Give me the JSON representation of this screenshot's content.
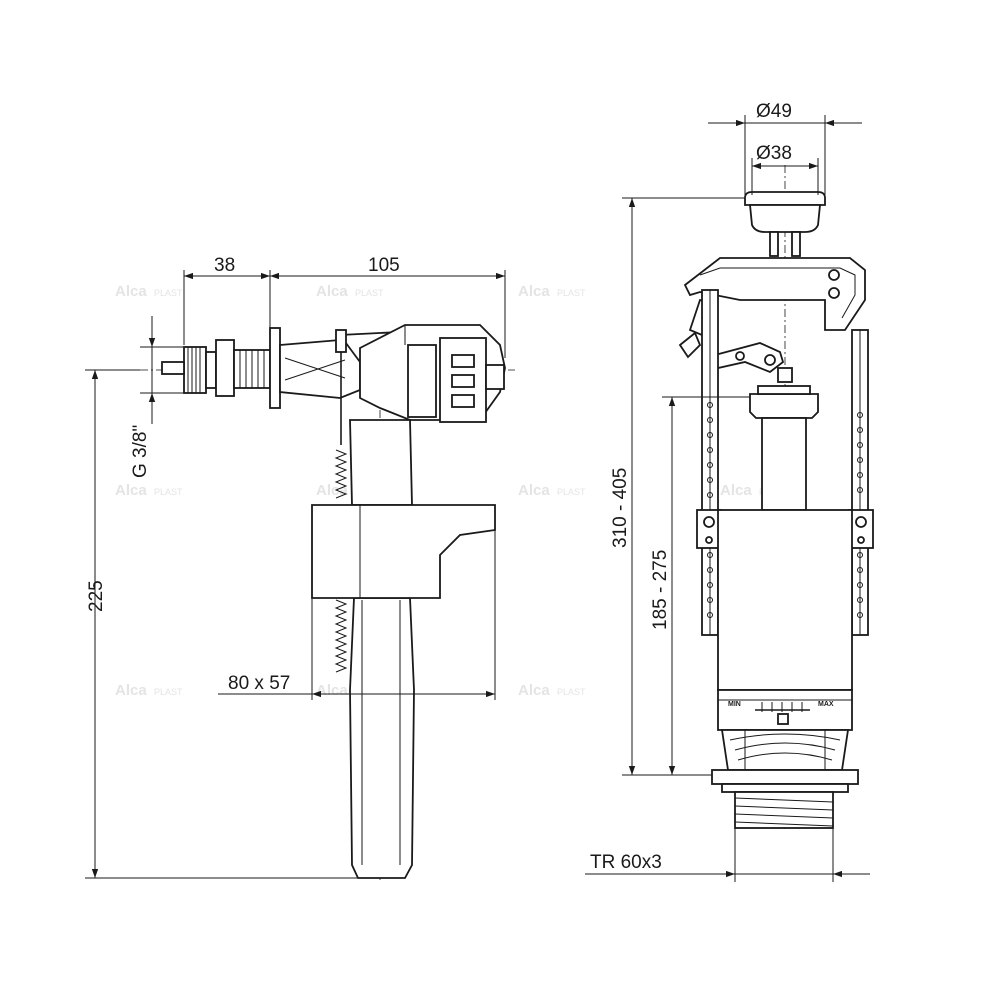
{
  "watermark": {
    "brand": "Alca",
    "suffix": "PLAST"
  },
  "fill_valve": {
    "dims": {
      "offset": "38",
      "length": "105",
      "thread": "G 3/8\"",
      "height": "225",
      "float_size": "80 x 57"
    }
  },
  "flush_valve": {
    "dims": {
      "button_outer": "Ø49",
      "button_inner": "Ø38",
      "total_height": "310 - 405",
      "overflow_height": "185 - 275",
      "thread": "TR 60x3"
    },
    "scale": {
      "min": "MIN",
      "max": "MAX"
    }
  },
  "colors": {
    "line": "#1a1a1a",
    "watermark": "#e4e4e4",
    "background": "#ffffff"
  }
}
